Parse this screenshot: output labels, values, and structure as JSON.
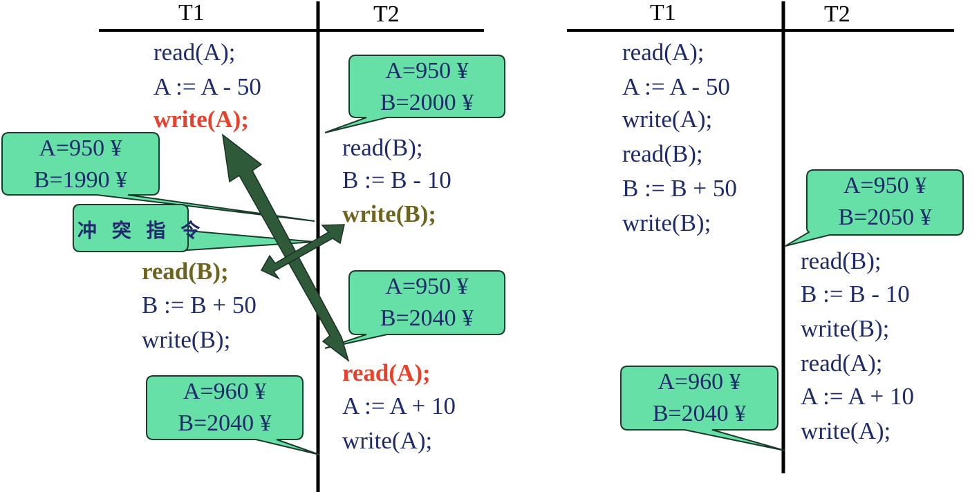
{
  "left": {
    "t1_header": "T1",
    "t2_header": "T2",
    "t1_ops": [
      "read(A);",
      "A := A - 50",
      "write(A);",
      "read(B);",
      "B := B + 50",
      "write(B);"
    ],
    "t2_ops": [
      "read(B);",
      "B := B - 10",
      "write(B);",
      "read(A);",
      "A := A + 10",
      "write(A);"
    ],
    "callouts": [
      {
        "a": "A=950 ¥",
        "b": "B=2000 ¥"
      },
      {
        "a": "A=950 ¥",
        "b": "B=1990 ¥"
      },
      {
        "a": "A=950 ¥",
        "b": "B=2040 ¥"
      },
      {
        "a": "A=960 ¥",
        "b": "B=2040 ¥"
      }
    ],
    "conflict_label": "冲 突 指 令"
  },
  "right": {
    "t1_header": "T1",
    "t2_header": "T2",
    "t1_ops": [
      "read(A);",
      "A := A - 50",
      "write(A);",
      "read(B);",
      "B := B + 50",
      "write(B);"
    ],
    "t2_ops": [
      "read(B);",
      "B := B - 10",
      "write(B);",
      "read(A);",
      "A := A + 10",
      "write(A);"
    ],
    "callouts": [
      {
        "a": "A=950 ¥",
        "b": "B=2050 ¥"
      },
      {
        "a": "A=960 ¥",
        "b": "B=2040 ¥"
      }
    ]
  },
  "colors": {
    "callout_fill": "#66e0a6",
    "arrow": "#2e5a3a",
    "text": "#1f2a6b",
    "highlight_red": "#e8402a",
    "highlight_olive": "#6e6420"
  }
}
